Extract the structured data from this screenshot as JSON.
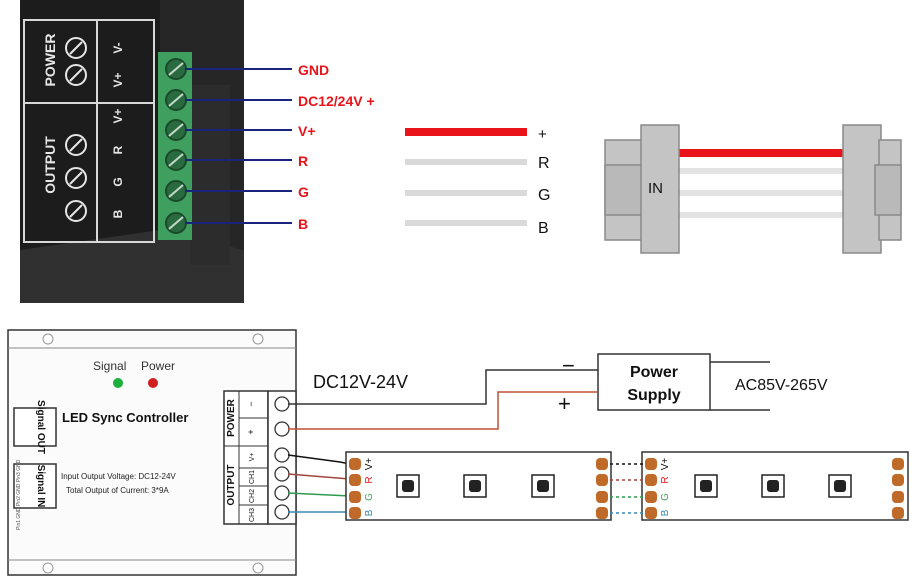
{
  "terminal_block": {
    "power_label": "POWER",
    "output_label": "OUTPUT",
    "pin_labels": [
      "V+",
      "V-",
      "V+",
      "R",
      "G",
      "B"
    ],
    "callouts": [
      "GND",
      "DC12/24V +",
      "V+",
      "R",
      "G",
      "B"
    ]
  },
  "cable": {
    "wire_labels": [
      "+",
      "R",
      "G",
      "B"
    ],
    "connector_label": "IN"
  },
  "controller": {
    "led_labels": [
      "Signal",
      "Power"
    ],
    "title": "LED Sync Controller",
    "port_out_label": "Signal OUT",
    "port_in_label": "Signal IN",
    "spec_line1": "Input Output Voltage: DC12-24V",
    "spec_line2": "Total Output of Current: 3*9A",
    "pin_side_text": "Pin1 GND  Pin2 GND  Pin3 GND",
    "power_group_label": "POWER",
    "power_pins": [
      "−",
      "+"
    ],
    "output_group_label": "OUTPUT",
    "output_pins": [
      "V+",
      "CH1",
      "CH2",
      "CH3"
    ]
  },
  "power_supply": {
    "label_line1": "Power",
    "label_line2": "Supply",
    "dc_label": "DC12V-24V",
    "ac_label": "AC85V-265V",
    "minus_sign": "−",
    "plus_sign": "+"
  },
  "strip": {
    "pad_labels": [
      "V+",
      "R",
      "G",
      "B"
    ]
  },
  "colors": {
    "red_wire": "#e8141a",
    "grey_wire": "#d9d9d9",
    "dark_wire": "#1a1a1a",
    "callout_red": "#e8141a",
    "callout_blue": "#1a237e",
    "green_terminal": "#3f9f5f",
    "connector_grey": "#c4c4c4",
    "pad_copper": "#c06a2a",
    "led_green": "#1bb03a",
    "led_red": "#d11f1f"
  }
}
